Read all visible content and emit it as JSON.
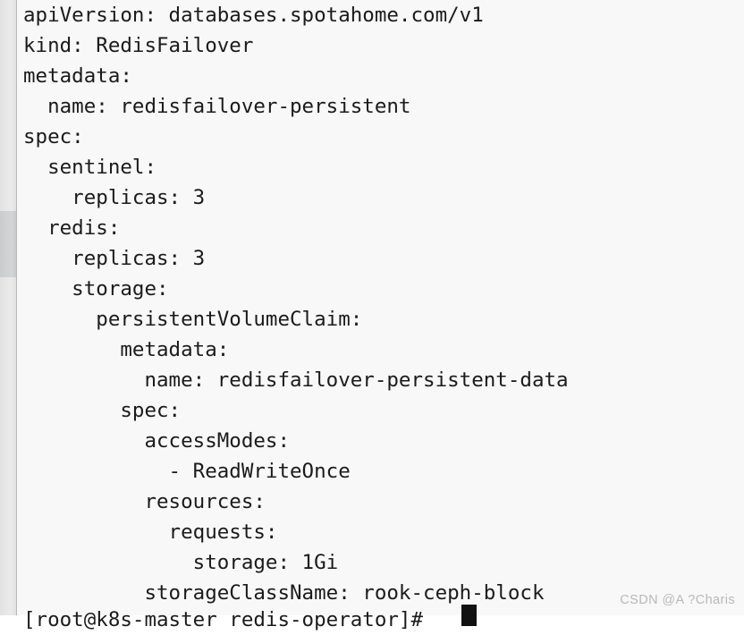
{
  "window": {
    "background_color": "#f8f8f8",
    "text_color": "#1b1b1b"
  },
  "scrollbar": {
    "track_color": "#e7e7e7",
    "thumb_color": "#cfd1d2",
    "orientation": "vertical",
    "position": "left"
  },
  "editor": {
    "filetype": "yaml",
    "lines": [
      "apiVersion: databases.spotahome.com/v1",
      "kind: RedisFailover",
      "metadata:",
      "  name: redisfailover-persistent",
      "spec:",
      "  sentinel:",
      "    replicas: 3",
      "  redis:",
      "    replicas: 3",
      "    storage:",
      "      persistentVolumeClaim:",
      "        metadata:",
      "          name: redisfailover-persistent-data",
      "        spec:",
      "          accessModes:",
      "            - ReadWriteOnce",
      "          resources:",
      "            requests:",
      "              storage: 1Gi",
      "          storageClassName: rook-ceph-block"
    ]
  },
  "terminal": {
    "prompt": "[root@k8s-master redis-operator]#",
    "cursor": "block"
  },
  "watermark": {
    "text": "CSDN @A ?Charis",
    "color": "#b9b9b9"
  }
}
